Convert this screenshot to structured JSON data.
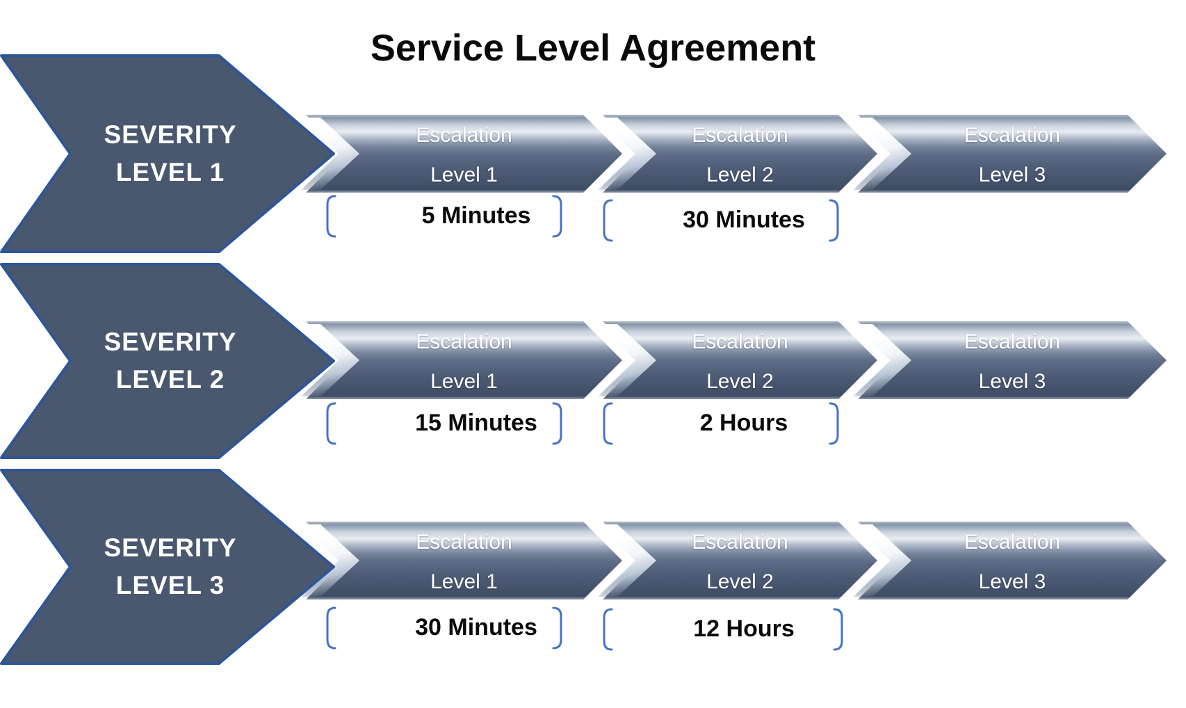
{
  "title": "Service Level Agreement",
  "colors": {
    "severity_fill": "#49576F",
    "severity_border": "#2E5697",
    "escalation_body": "#50607A",
    "escalation_gloss": "#E9EDF2",
    "bracket": "#4472C4",
    "severity_text": "#FFFFFF",
    "escalation_text": "#FFFFFF",
    "duration_text": "#000000",
    "title_text": "#000000"
  },
  "rows": [
    {
      "severity": {
        "line1": "SEVERITY",
        "line2": "LEVEL 1"
      },
      "escalations": [
        {
          "line1": "Escalation",
          "line2": "Level 1"
        },
        {
          "line1": "Escalation",
          "line2": "Level 2"
        },
        {
          "line1": "Escalation",
          "line2": "Level 3"
        }
      ],
      "durations": [
        {
          "value": "5 Minutes"
        },
        {
          "value": "30 Minutes"
        }
      ]
    },
    {
      "severity": {
        "line1": "SEVERITY",
        "line2": "LEVEL 2"
      },
      "escalations": [
        {
          "line1": "Escalation",
          "line2": "Level 1"
        },
        {
          "line1": "Escalation",
          "line2": "Level 2"
        },
        {
          "line1": "Escalation",
          "line2": "Level 3"
        }
      ],
      "durations": [
        {
          "value": "15 Minutes"
        },
        {
          "value": "2 Hours"
        }
      ]
    },
    {
      "severity": {
        "line1": "SEVERITY",
        "line2": "LEVEL 3"
      },
      "escalations": [
        {
          "line1": "Escalation",
          "line2": "Level 1"
        },
        {
          "line1": "Escalation",
          "line2": "Level 2"
        },
        {
          "line1": "Escalation",
          "line2": "Level 3"
        }
      ],
      "durations": [
        {
          "value": "30 Minutes"
        },
        {
          "value": "12 Hours"
        }
      ]
    }
  ]
}
